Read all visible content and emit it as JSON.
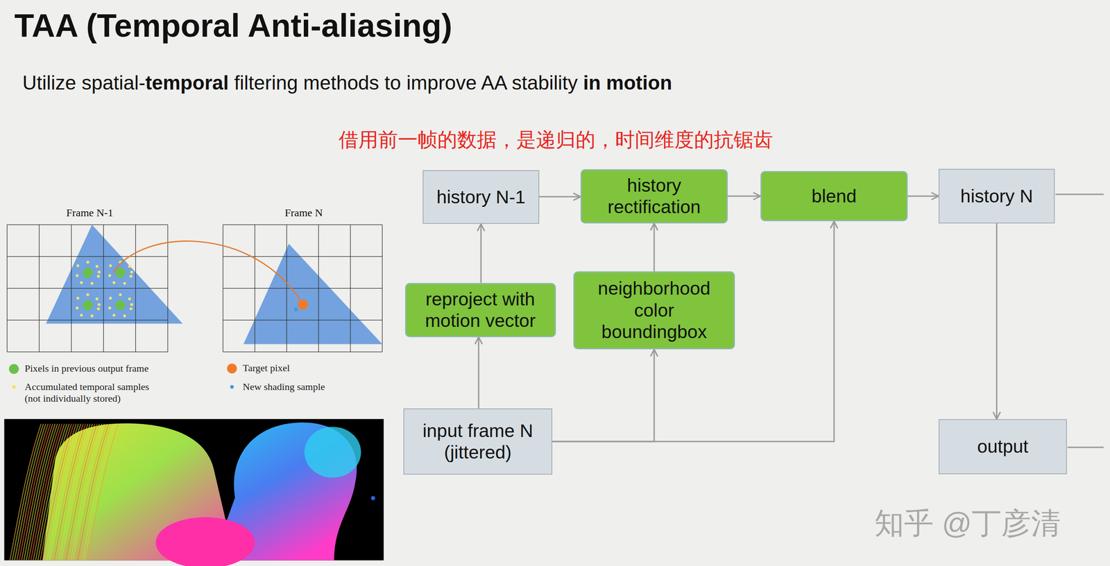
{
  "diagram": {
    "title": "TAA (Temporal Anti-aliasing)",
    "nodes": [
      {
        "text": [
          "history N-1"
        ]
      },
      {
        "text": [
          "history rectification"
        ]
      },
      {
        "text": [
          "blend"
        ]
      },
      {
        "text": [
          "history N"
        ]
      },
      {
        "text": [
          "reproject with motion vector"
        ]
      },
      {
        "text": [
          "neighborhood color boundingbox"
        ]
      },
      {
        "text": [
          "input frame N (jittered)"
        ]
      },
      {
        "text": [
          "output"
        ]
      }
    ],
    "edges": [
      {
        "from": 0,
        "to": 1,
        "arrow": "to"
      },
      {
        "from": 1,
        "to": 2,
        "arrow": "to"
      },
      {
        "from": 2,
        "to": 3,
        "arrow": "to"
      },
      {
        "from": 3,
        "to": 7,
        "arrow": "to"
      },
      {
        "from": 4,
        "to": 0,
        "arrow": "to"
      },
      {
        "from": 6,
        "to": 4,
        "arrow": "to"
      },
      {
        "from": 6,
        "to": 5,
        "arrow": "to"
      },
      {
        "from": 5,
        "to": 1,
        "arrow": "to"
      },
      {
        "from": 6,
        "to": 2,
        "arrow": "to"
      }
    ],
    "labels": [
      "Utilize spatial-",
      "temporal",
      "filtering methods to improve AA stability",
      "in motion",
      "借用前一帧的数据，是递归的，时间维度的抗锯齿",
      "Frame N-1",
      "Frame N",
      "知乎 @丁彦清"
    ],
    "legend": [
      {
        "text": "Pixels in previous output frame",
        "color": "#6cc04a"
      },
      {
        "text": "Accumulated temporal samples (not individually stored)",
        "color": "#f2e36a"
      },
      {
        "text": "Target pixel",
        "color": "#f07a2a"
      },
      {
        "text": "New shading sample",
        "color": "#3a9ae0"
      }
    ]
  }
}
